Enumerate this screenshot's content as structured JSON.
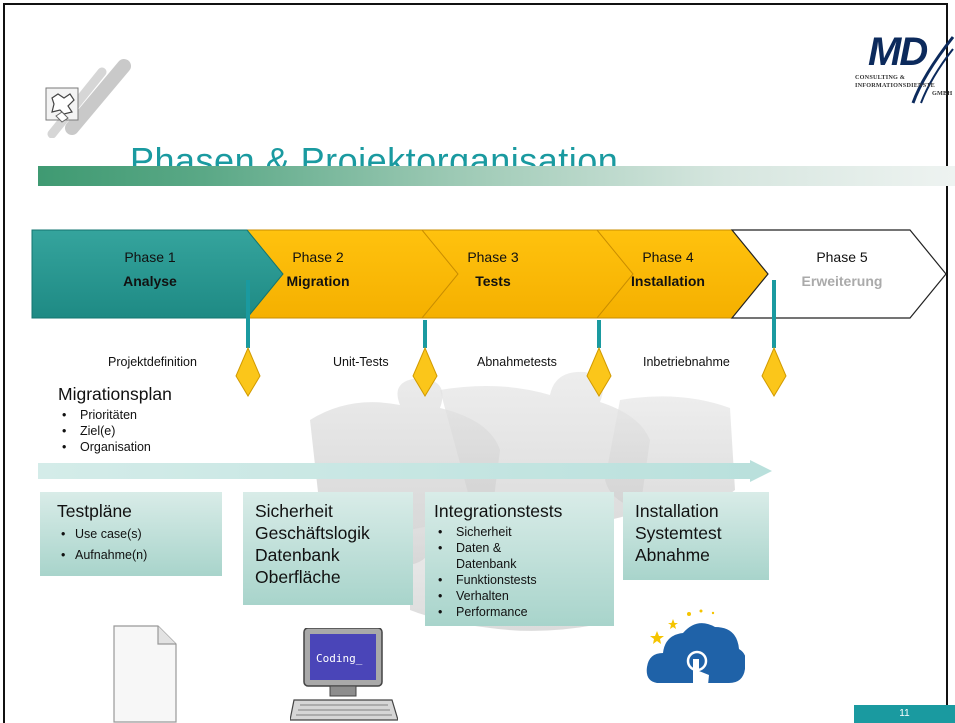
{
  "slide": {
    "title": "Phasen & Projektorganisation",
    "page_number": "11"
  },
  "logo": {
    "brand": "MD",
    "line1": "CONSULTING &",
    "line2": "INFORMATIONSDIENSTE",
    "line3": "GMBH"
  },
  "colors": {
    "teal": "#1a9aa0",
    "phase_active": "#2e9b95",
    "phase_default": "#fbbd00",
    "phase_future": "#ffffff",
    "diamond": "#fbbd00",
    "box_gradient_top": "#d9ece8",
    "box_gradient_bottom": "#a8d4cb"
  },
  "phases": [
    {
      "number_label": "Phase 1",
      "name": "Analyse",
      "state": "active"
    },
    {
      "number_label": "Phase 2",
      "name": "Migration",
      "state": "default"
    },
    {
      "number_label": "Phase 3",
      "name": "Tests",
      "state": "default"
    },
    {
      "number_label": "Phase 4",
      "name": "Installation",
      "state": "default"
    },
    {
      "number_label": "Phase 5",
      "name": "Erweiterung",
      "state": "future"
    }
  ],
  "milestones": [
    {
      "label": "Projektdefinition"
    },
    {
      "label": "Unit-Tests"
    },
    {
      "label": "Abnahmetests"
    },
    {
      "label": "Inbetriebnahme"
    }
  ],
  "migrationsplan": {
    "title": "Migrationsplan",
    "items": [
      "Prioritäten",
      "Ziel(e)",
      "Organisation"
    ]
  },
  "boxes": {
    "testplaene": {
      "title": "Testpläne",
      "items": [
        "Use case(s)",
        "Aufnahme(n)"
      ]
    },
    "migration": {
      "lines": [
        "Sicherheit",
        "Geschäftslogik",
        "Datenbank",
        "Oberfläche"
      ]
    },
    "integration": {
      "title": "Integrationstests",
      "items": [
        "Sicherheit",
        "Daten & Datenbank",
        "Funktionstests",
        "Verhalten",
        "Performance"
      ]
    },
    "installation": {
      "lines": [
        "Installation",
        "Systemtest",
        "Abnahme"
      ]
    }
  },
  "illustrations": {
    "document": "blank-document-icon",
    "computer": "computer-icon",
    "computer_screen_text": "Coding_",
    "cloud": "cloud-touch-icon",
    "background": "puzzle-pieces-icon"
  }
}
